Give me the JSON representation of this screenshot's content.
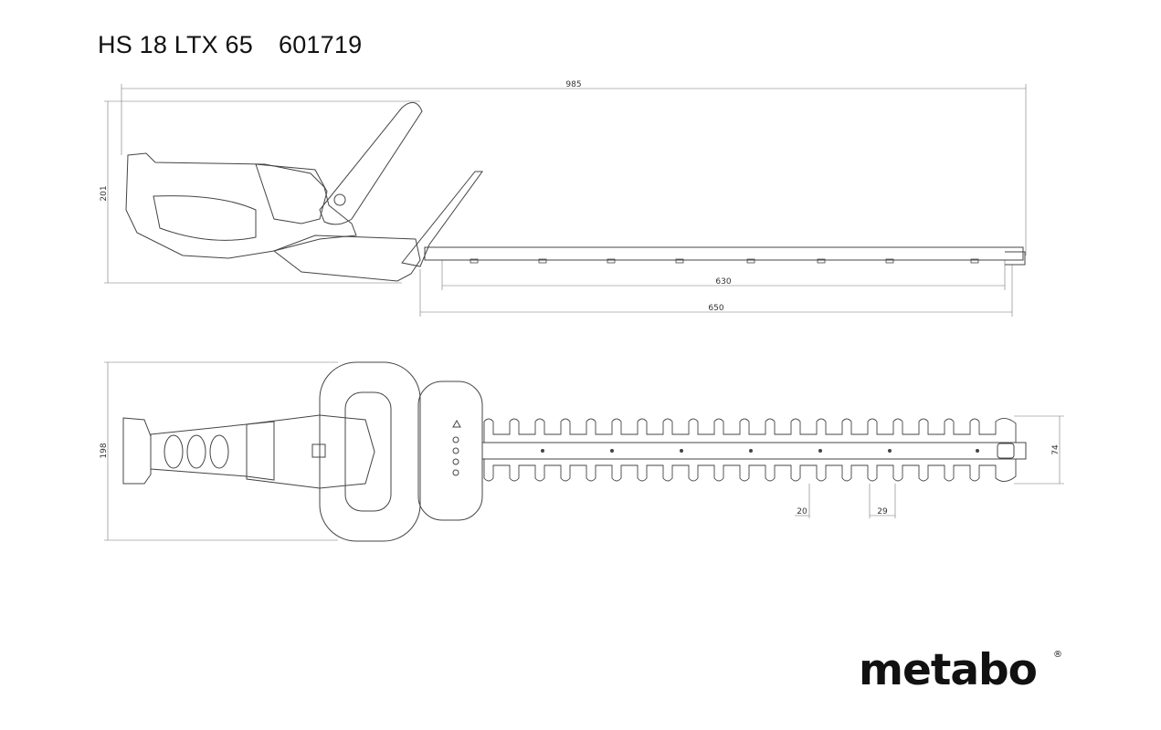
{
  "header": {
    "model": "HS 18 LTX 65",
    "article_number": "601719"
  },
  "dimensions": {
    "overall_length": "985",
    "side_height": "201",
    "blade_length_cut": "630",
    "blade_length": "650",
    "top_width": "198",
    "blade_width": "74",
    "tooth_gap": "20",
    "tooth_pitch": "29"
  },
  "brand": {
    "logo_text": "metabo",
    "registered_mark": "®"
  }
}
